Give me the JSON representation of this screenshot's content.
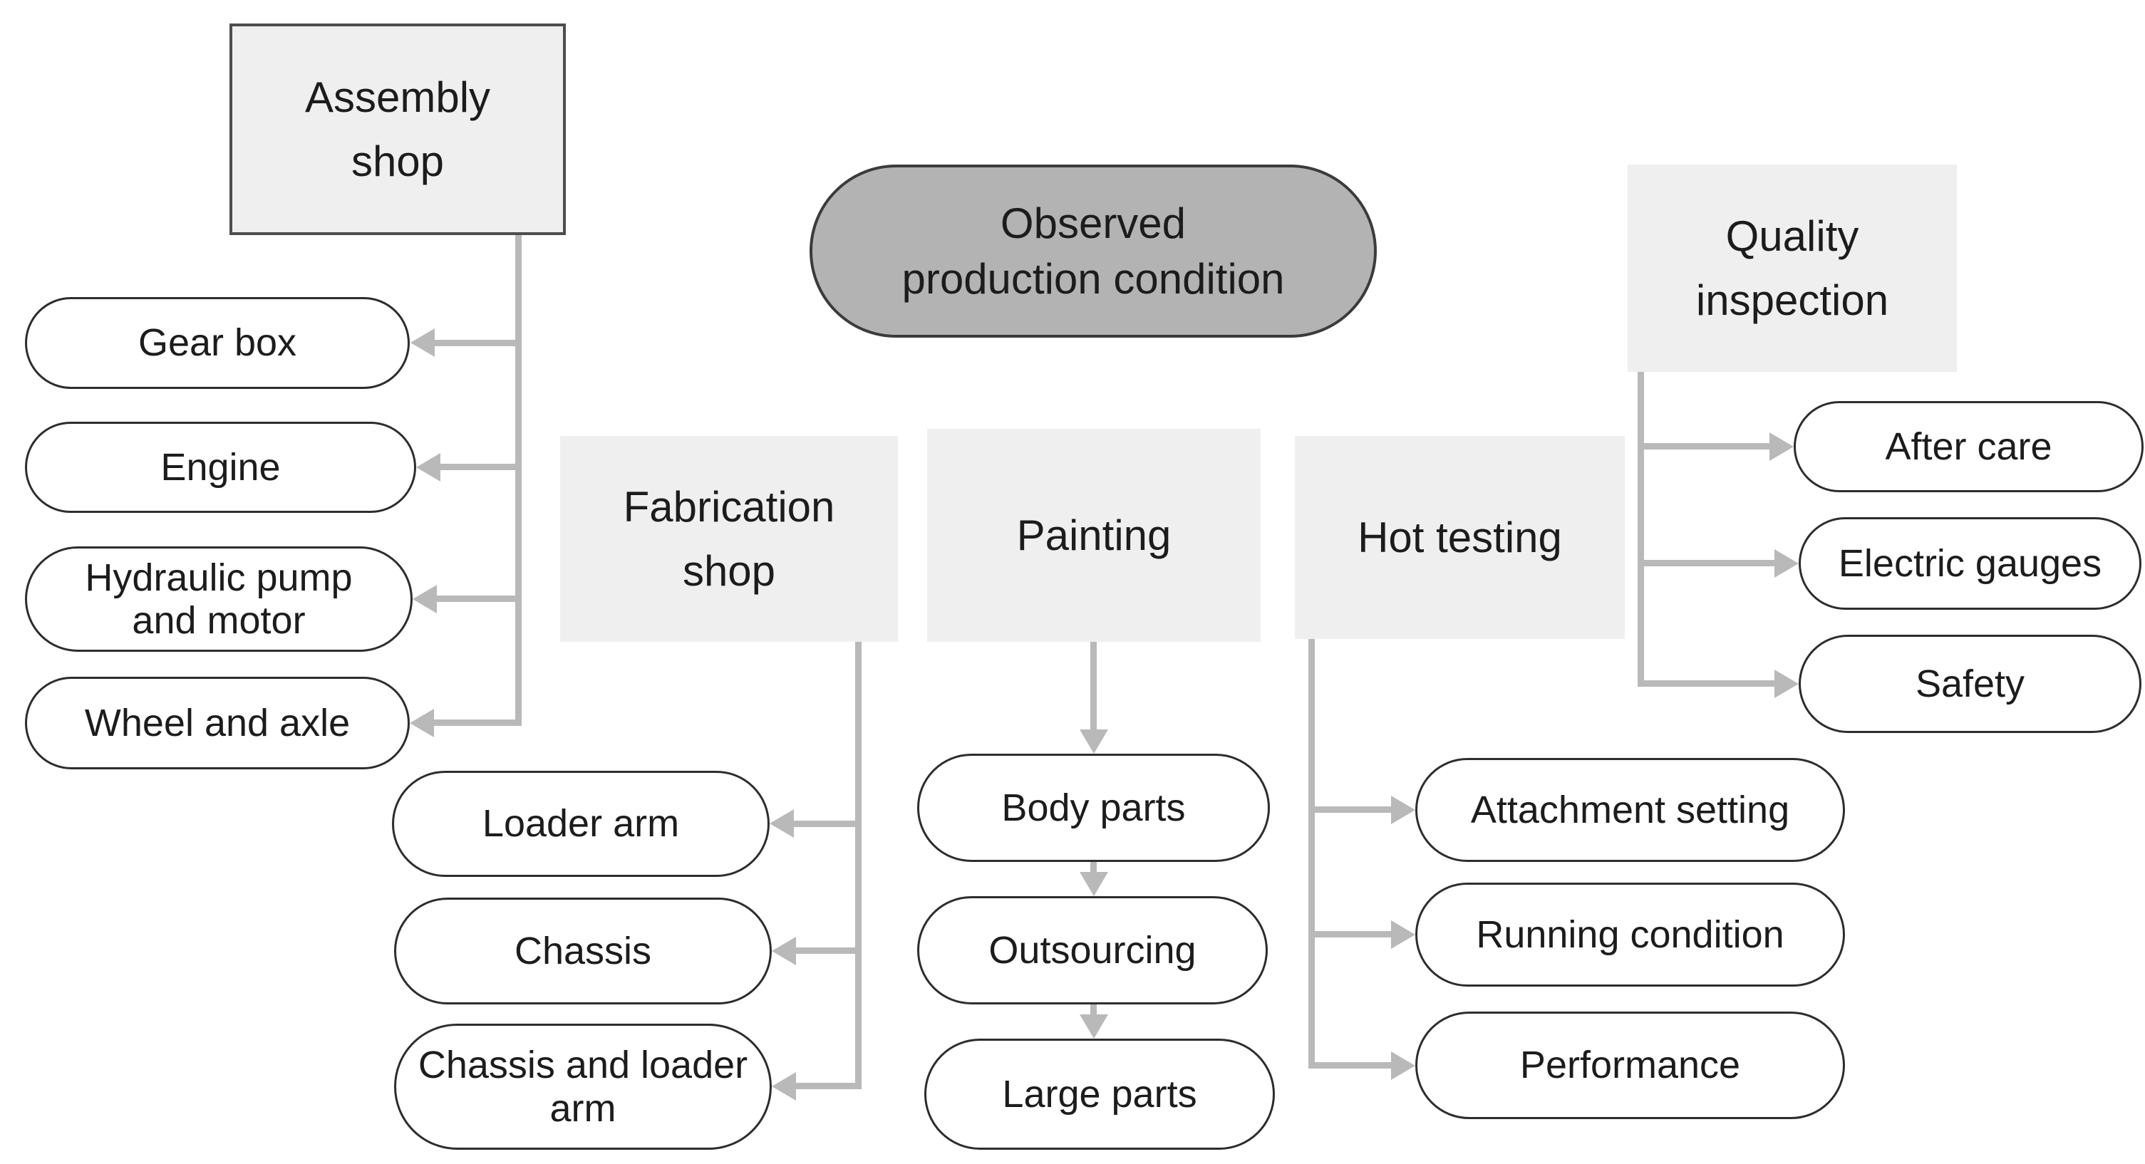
{
  "root": {
    "label": "Observed\nproduction condition"
  },
  "groups": {
    "assembly": {
      "label": "Assembly\nshop",
      "items": [
        "Gear box",
        "Engine",
        "Hydraulic pump\nand motor",
        "Wheel and axle"
      ]
    },
    "fabrication": {
      "label": "Fabrication\nshop",
      "items": [
        "Loader arm",
        "Chassis",
        "Chassis and loader\narm"
      ]
    },
    "painting": {
      "label": "Painting",
      "items": [
        "Body parts",
        "Outsourcing",
        "Large parts"
      ]
    },
    "hot_testing": {
      "label": "Hot testing",
      "items": [
        "Attachment setting",
        "Running condition",
        "Performance"
      ]
    },
    "quality": {
      "label": "Quality\ninspection",
      "items": [
        "After care",
        "Electric gauges",
        "Safety"
      ]
    }
  },
  "colors": {
    "header_fill": "#efefef",
    "root_fill": "#b3b3b3",
    "pill_fill": "#ffffff",
    "connector": "#b9b9b9",
    "border_dark": "#2d2d2d",
    "border_box": "#4d4d4d",
    "text": "#1c1c1c"
  }
}
